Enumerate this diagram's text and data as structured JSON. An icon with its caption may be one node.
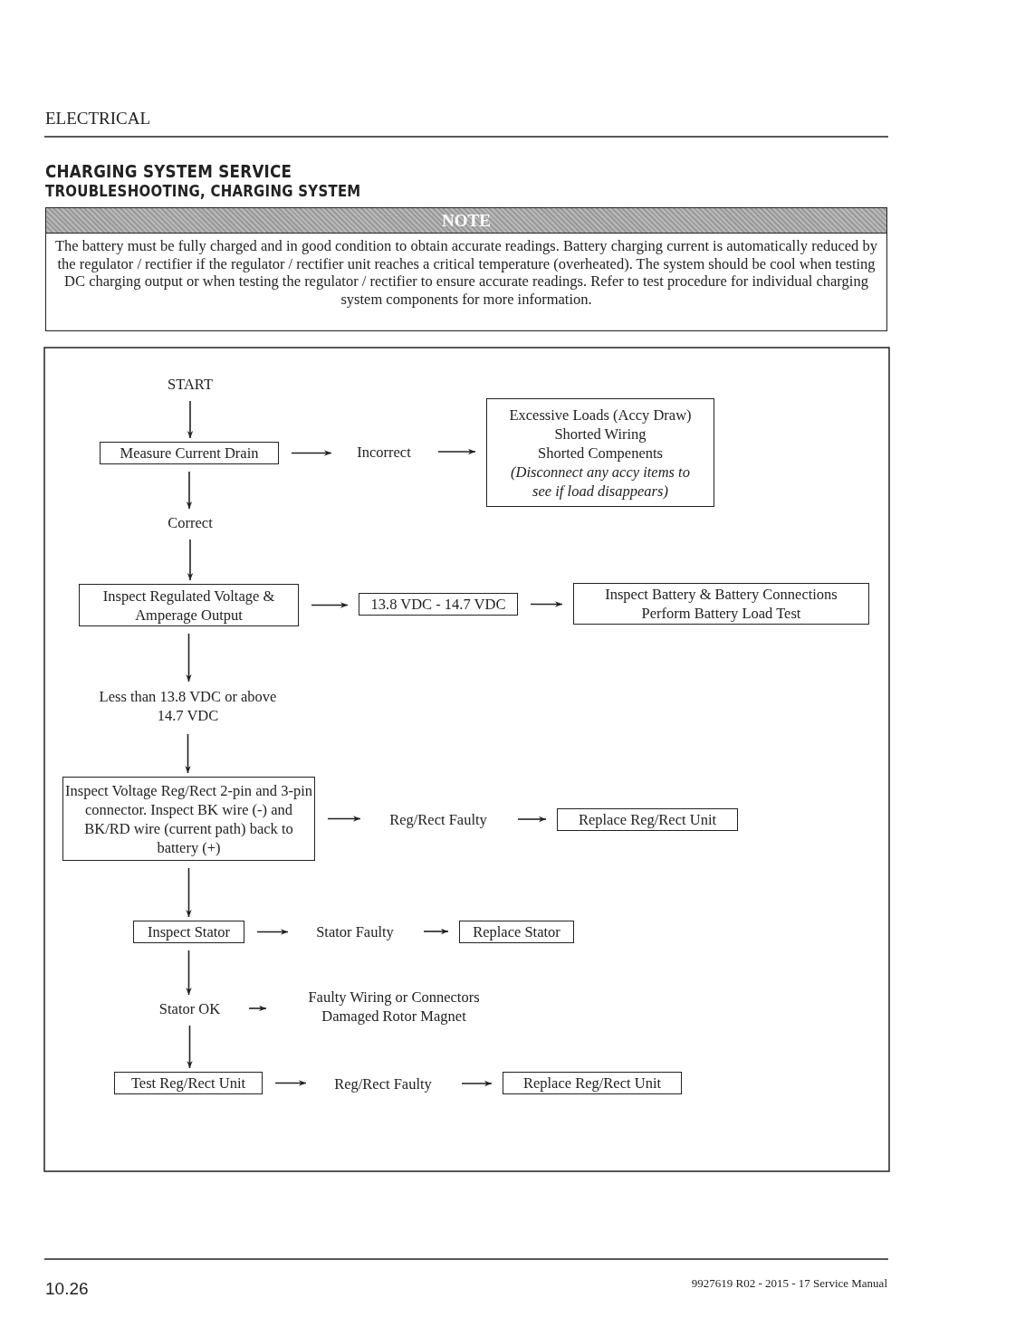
{
  "diagram": {
    "title": "CHARGING SYSTEM SERVICE",
    "nodes": [
      {
        "text": [
          "NOTE",
          "The battery must be fully charged and in good condition to obtain accurate readings. Battery charging current is automatically reduced by the regulator / rectifier if the regulator / rectifier unit reaches a critical temperature (overheated). The system should be cool when testing DC charging output or when testing the regulator / rectifier to ensure accurate readings. Refer to test procedure for individual charging system components for more information."
        ]
      },
      {
        "text": [
          "START"
        ]
      },
      {
        "text": [
          "Measure Current Drain"
        ]
      },
      {
        "text": [
          "Incorrect"
        ]
      },
      {
        "text": [
          "Excessive Loads (Accy Draw)",
          "Shorted Wiring",
          "Shorted Compenents",
          "(Disconnect any accy items to see if load disappears)"
        ]
      },
      {
        "text": [
          "Correct"
        ]
      },
      {
        "text": [
          "Inspect Regulated Voltage & Amperage Output"
        ]
      },
      {
        "text": [
          "13.8 VDC - 14.7 VDC"
        ]
      },
      {
        "text": [
          "Inspect Battery & Battery Connections",
          "Perform Battery Load Test"
        ]
      },
      {
        "text": [
          "Less than 13.8 VDC or above 14.7 VDC"
        ]
      },
      {
        "text": [
          "Inspect Voltage Reg/Rect 2-pin and 3-pin connector. Inspect BK wire (-) and BK/RD wire (current path) back to battery (+)"
        ]
      },
      {
        "text": [
          "Reg/Rect Faulty"
        ]
      },
      {
        "text": [
          "Replace Reg/Rect Unit"
        ]
      },
      {
        "text": [
          "Inspect Stator"
        ]
      },
      {
        "text": [
          "Stator Faulty"
        ]
      },
      {
        "text": [
          "Replace Stator"
        ]
      },
      {
        "text": [
          "Stator OK"
        ]
      },
      {
        "text": [
          "Faulty Wiring or Connectors",
          "Damaged Rotor Magnet"
        ]
      },
      {
        "text": [
          "Test Reg/Rect Unit"
        ]
      },
      {
        "text": [
          "Reg/Rect Faulty"
        ]
      },
      {
        "text": [
          "Replace Reg/Rect Unit"
        ]
      }
    ],
    "edges": [
      {
        "from": 1,
        "to": 2,
        "arrow": "to"
      },
      {
        "from": 2,
        "to": 3,
        "arrow": "to"
      },
      {
        "from": 3,
        "to": 4,
        "arrow": "to"
      },
      {
        "from": 2,
        "to": 5,
        "arrow": "to"
      },
      {
        "from": 5,
        "to": 6,
        "arrow": "to"
      },
      {
        "from": 6,
        "to": 7,
        "arrow": "to"
      },
      {
        "from": 7,
        "to": 8,
        "arrow": "to"
      },
      {
        "from": 6,
        "to": 9,
        "arrow": "to"
      },
      {
        "from": 9,
        "to": 10,
        "arrow": "to"
      },
      {
        "from": 10,
        "to": 11,
        "arrow": "to"
      },
      {
        "from": 11,
        "to": 12,
        "arrow": "to"
      },
      {
        "from": 10,
        "to": 13,
        "arrow": "to"
      },
      {
        "from": 13,
        "to": 14,
        "arrow": "to"
      },
      {
        "from": 14,
        "to": 15,
        "arrow": "to"
      },
      {
        "from": 13,
        "to": 16,
        "arrow": "to"
      },
      {
        "from": 16,
        "to": 17,
        "arrow": "to"
      },
      {
        "from": 16,
        "to": 18,
        "arrow": "to"
      },
      {
        "from": 18,
        "to": 19,
        "arrow": "to"
      },
      {
        "from": 19,
        "to": 20,
        "arrow": "to"
      }
    ],
    "labels": [
      "ELECTRICAL",
      "TROUBLESHOOTING, CHARGING SYSTEM",
      "10.26",
      "9927619 R02 - 2015 - 17 Service Manual"
    ]
  }
}
